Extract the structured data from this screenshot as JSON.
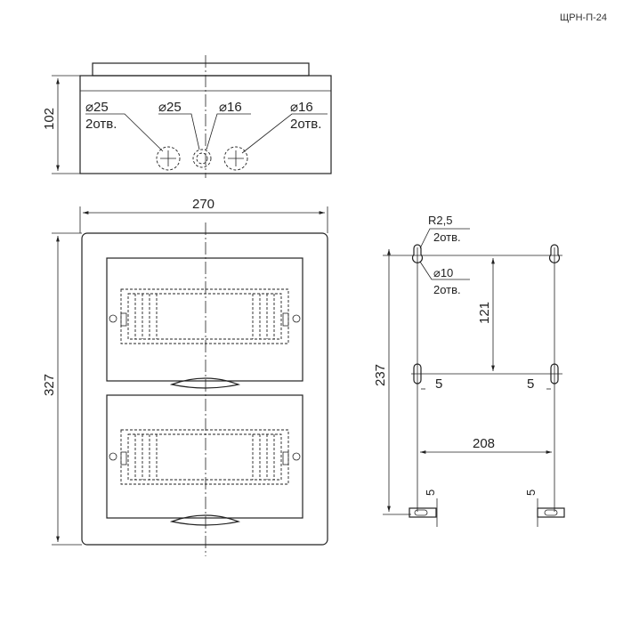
{
  "product_code": "ЩРН-П-24",
  "top_view": {
    "height_dim": "102",
    "holes": [
      {
        "diameter": "⌀25",
        "count": "2отв."
      },
      {
        "diameter": "⌀25",
        "count": ""
      },
      {
        "diameter": "⌀16",
        "count": ""
      },
      {
        "diameter": "⌀16",
        "count": "2отв."
      }
    ]
  },
  "front_view": {
    "width_dim": "270",
    "height_dim": "327"
  },
  "mount_view": {
    "slot_radius": "R2,5",
    "slot_count": "2отв.",
    "hole_diameter": "⌀10",
    "hole_count": "2отв.",
    "vertical_spacing": "121",
    "total_height": "237",
    "offset_left": "5",
    "offset_right": "5",
    "horizontal_spacing": "208",
    "bottom_left": "5",
    "bottom_right": "5"
  }
}
